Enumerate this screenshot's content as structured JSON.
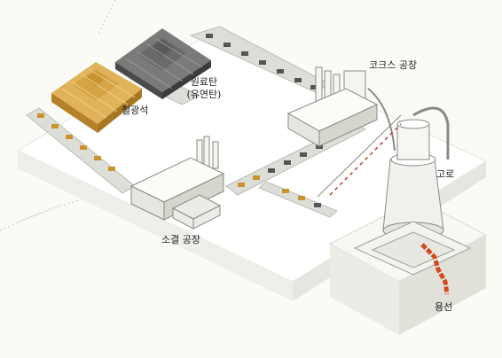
{
  "labels": {
    "iron_ore": "철광석",
    "coal_line1": "원료탄",
    "coal_line2": "(유연탄)",
    "coke_plant": "코크스 공장",
    "sinter_plant": "소결 공장",
    "blast_furnace": "고로",
    "molten_iron": "용선"
  },
  "colors": {
    "background": "#fbfbf6",
    "platform": "#ffffff",
    "platform_edge": "#e2e2dc",
    "iron_ore": "#c9942e",
    "coal": "#5a5a5a",
    "conveyor": "#d8d8d2",
    "conveyor_dark": "#555555",
    "molten_iron": "#d24a1e",
    "building": "#f2f2ee",
    "building_stroke": "#8a8a85"
  }
}
